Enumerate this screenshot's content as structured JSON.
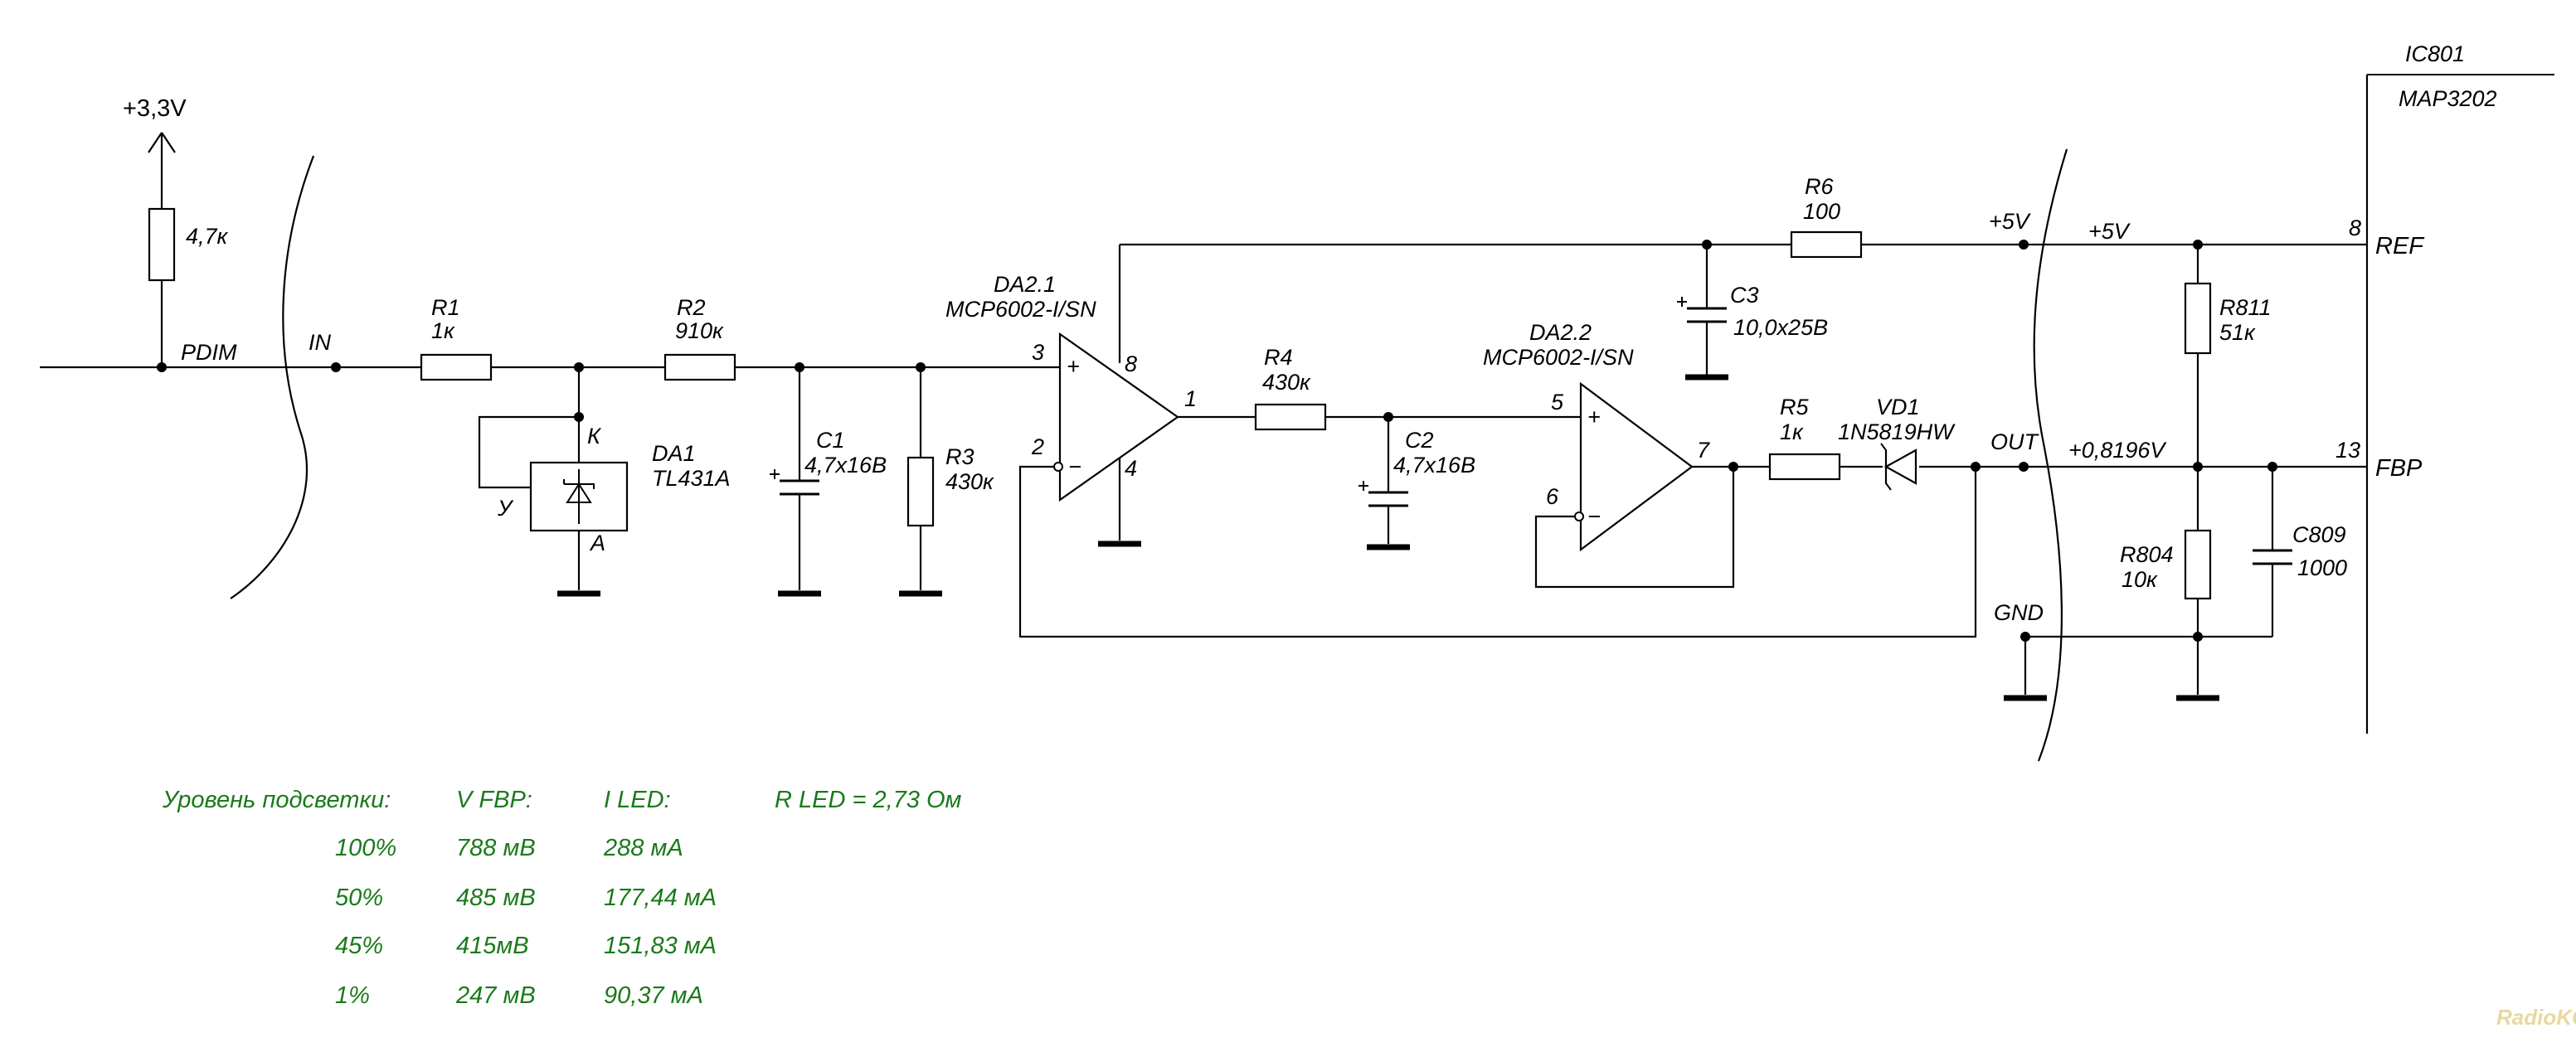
{
  "colors": {
    "wire": "#000000",
    "table_text": "#1a7a1a",
    "background": "#ffffff",
    "watermark": "#e8d8a0"
  },
  "supply_top": "+3,3V",
  "r_pullup": "4,7к",
  "net_pdim": "PDIM",
  "net_in": "IN",
  "r1": {
    "ref": "R1",
    "value": "1к"
  },
  "r2": {
    "ref": "R2",
    "value": "910к"
  },
  "r3": {
    "ref": "R3",
    "value": "430к"
  },
  "r4": {
    "ref": "R4",
    "value": "430к"
  },
  "r5": {
    "ref": "R5",
    "value": "1к"
  },
  "r6": {
    "ref": "R6",
    "value": "100"
  },
  "r811": {
    "ref": "R811",
    "value": "51к"
  },
  "r804": {
    "ref": "R804",
    "value": "10к"
  },
  "c1": {
    "ref": "C1",
    "value": "4,7х16В"
  },
  "c2": {
    "ref": "C2",
    "value": "4,7х16В"
  },
  "c3": {
    "ref": "C3",
    "value": "10,0х25В"
  },
  "c809": {
    "ref": "C809",
    "value": "1000"
  },
  "da1": {
    "ref": "DA1",
    "value": "TL431A",
    "pin_k": "К",
    "pin_u": "У",
    "pin_a": "А"
  },
  "da21": {
    "ref": "DA2.1",
    "value": "MCP6002-I/SN",
    "pin3": "3",
    "pin2": "2",
    "pin8": "8",
    "pin4": "4",
    "pin1": "1"
  },
  "da22": {
    "ref": "DA2.2",
    "value": "MCP6002-I/SN",
    "pin5": "5",
    "pin6": "6",
    "pin7": "7"
  },
  "vd1": {
    "ref": "VD1",
    "value": "1N5819HW"
  },
  "net_plus5v_a": "+5V",
  "net_plus5v_b": "+5V",
  "net_out": "OUT",
  "net_fbp_voltage": "+0,8196V",
  "net_gnd": "GND",
  "ic801": {
    "ref": "IC801",
    "part": "MAP3202",
    "pin_ref_num": "8",
    "pin_ref_name": "REF",
    "pin_fbp_num": "13",
    "pin_fbp_name": "FBP"
  },
  "table": {
    "headers": [
      "Уровень подсветки:",
      "V FBP:",
      "I LED:"
    ],
    "rled": "R LED = 2,73 Ом",
    "rows": [
      [
        "100%",
        "788 мВ",
        "288 мА"
      ],
      [
        "50%",
        "485 мВ",
        "177,44 мА"
      ],
      [
        "45%",
        "415мВ",
        "151,83 мА"
      ],
      [
        "1%",
        "247 мВ",
        "90,37 мА"
      ]
    ]
  },
  "watermark": "RadioKOT"
}
